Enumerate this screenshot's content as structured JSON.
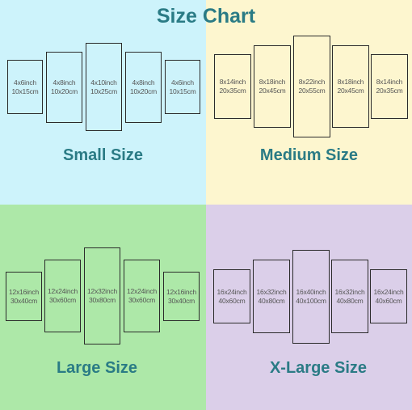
{
  "title": "Size Chart",
  "groups": [
    {
      "label": "Small Size",
      "background": "#cdf3fb",
      "panels": [
        {
          "inch": "4x6inch",
          "cm": "10x15cm"
        },
        {
          "inch": "4x8inch",
          "cm": "10x20cm"
        },
        {
          "inch": "4x10inch",
          "cm": "10x25cm"
        },
        {
          "inch": "4x8inch",
          "cm": "10x20cm"
        },
        {
          "inch": "4x6inch",
          "cm": "10x15cm"
        }
      ]
    },
    {
      "label": "Medium Size",
      "background": "#fdf6cf",
      "panels": [
        {
          "inch": "8x14inch",
          "cm": "20x35cm"
        },
        {
          "inch": "8x18inch",
          "cm": "20x45cm"
        },
        {
          "inch": "8x22inch",
          "cm": "20x55cm"
        },
        {
          "inch": "8x18inch",
          "cm": "20x45cm"
        },
        {
          "inch": "8x14inch",
          "cm": "20x35cm"
        }
      ]
    },
    {
      "label": "Large Size",
      "background": "#ade8a8",
      "panels": [
        {
          "inch": "12x16inch",
          "cm": "30x40cm"
        },
        {
          "inch": "12x24inch",
          "cm": "30x60cm"
        },
        {
          "inch": "12x32inch",
          "cm": "30x80cm"
        },
        {
          "inch": "12x24inch",
          "cm": "30x60cm"
        },
        {
          "inch": "12x16inch",
          "cm": "30x40cm"
        }
      ]
    },
    {
      "label": "X-Large Size",
      "background": "#dbcfe9",
      "panels": [
        {
          "inch": "16x24inch",
          "cm": "40x60cm"
        },
        {
          "inch": "16x32inch",
          "cm": "40x80cm"
        },
        {
          "inch": "16x40inch",
          "cm": "40x100cm"
        },
        {
          "inch": "16x32inch",
          "cm": "40x80cm"
        },
        {
          "inch": "16x24inch",
          "cm": "40x60cm"
        }
      ]
    }
  ],
  "text_color": "#2a7b85"
}
